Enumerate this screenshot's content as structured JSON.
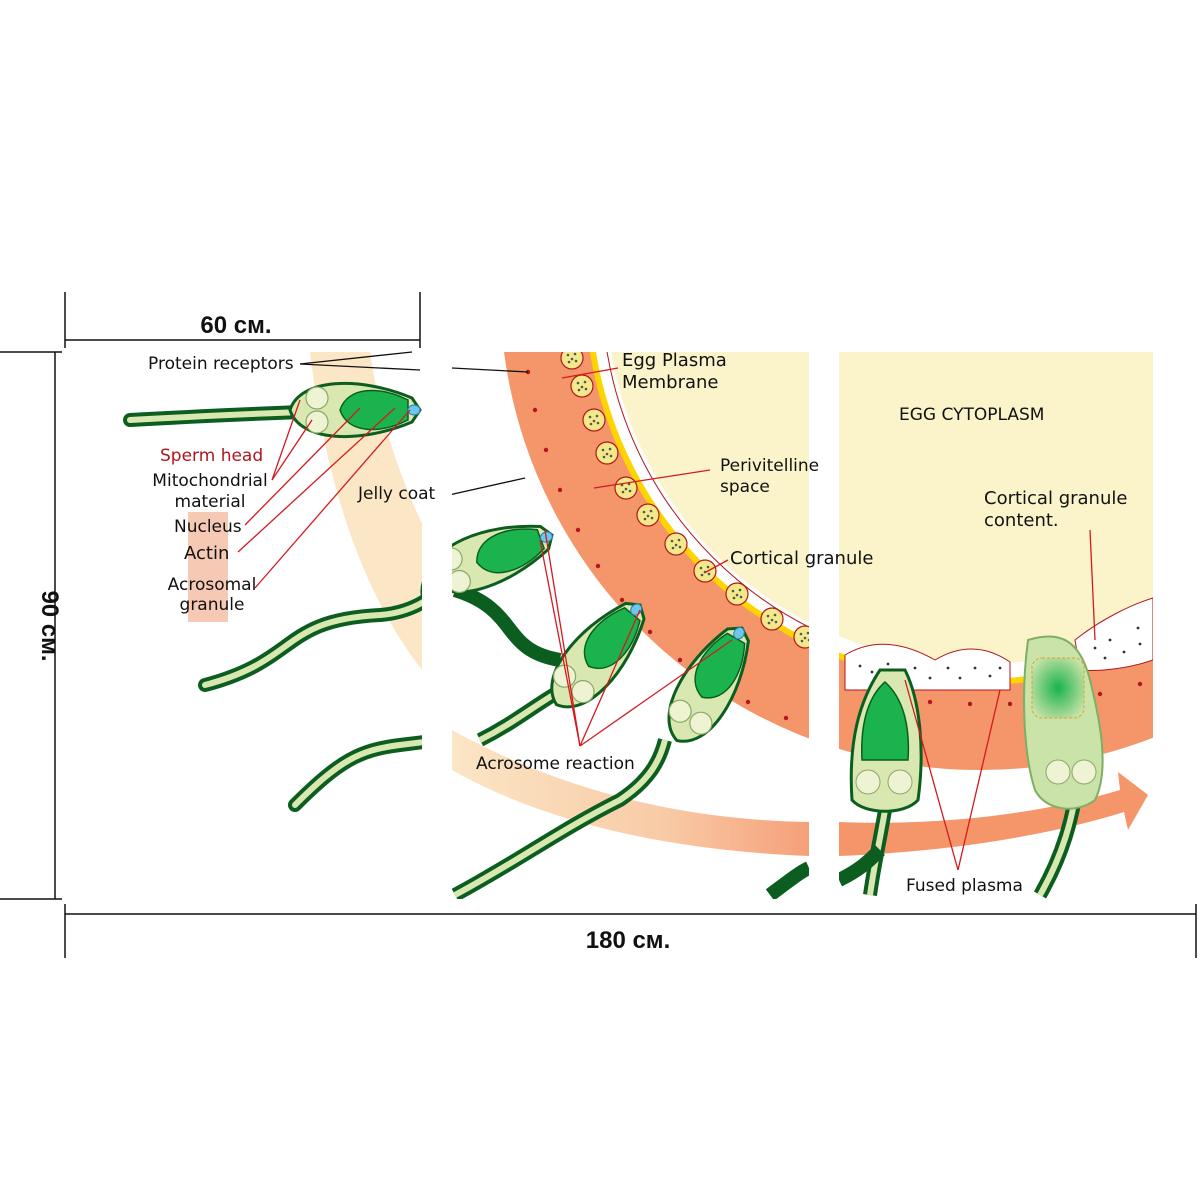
{
  "dimensions": {
    "panel_width": "60 см.",
    "total_width": "180 см.",
    "height": "90 см."
  },
  "labels": {
    "protein_receptors": "Protein receptors",
    "sperm_head": "Sperm head",
    "mitochondrial_line1": "Mitochondrial",
    "mitochondrial_line2": "material",
    "nucleus": "Nucleus",
    "actin": "Actin",
    "acrosomal_line1": "Acrosomal",
    "acrosomal_line2": "granule",
    "jelly_coat": "Jelly coat",
    "egg_plasma_line1": "Egg Plasma",
    "egg_plasma_line2": "Membrane",
    "perivitelline_line1": "Perivitelline",
    "perivitelline_line2": "space",
    "cortical_granule": "Cortical granule",
    "acrosome_reaction": "Acrosome reaction",
    "egg_cytoplasm": "EGG CYTOPLASM",
    "cortical_content_line1": "Cortical granule",
    "cortical_content_line2": "content.",
    "fused_plasma": "Fused plasma"
  },
  "colors": {
    "jelly_coat": "#f4956a",
    "membrane": "#f7d200",
    "cytoplasm": "#fbf4ca",
    "sperm_green": "#1ab34e",
    "sperm_outline": "#0b5e1f",
    "sperm_pale": "#d9e8b0",
    "pointer_red": "#d41a1f"
  }
}
